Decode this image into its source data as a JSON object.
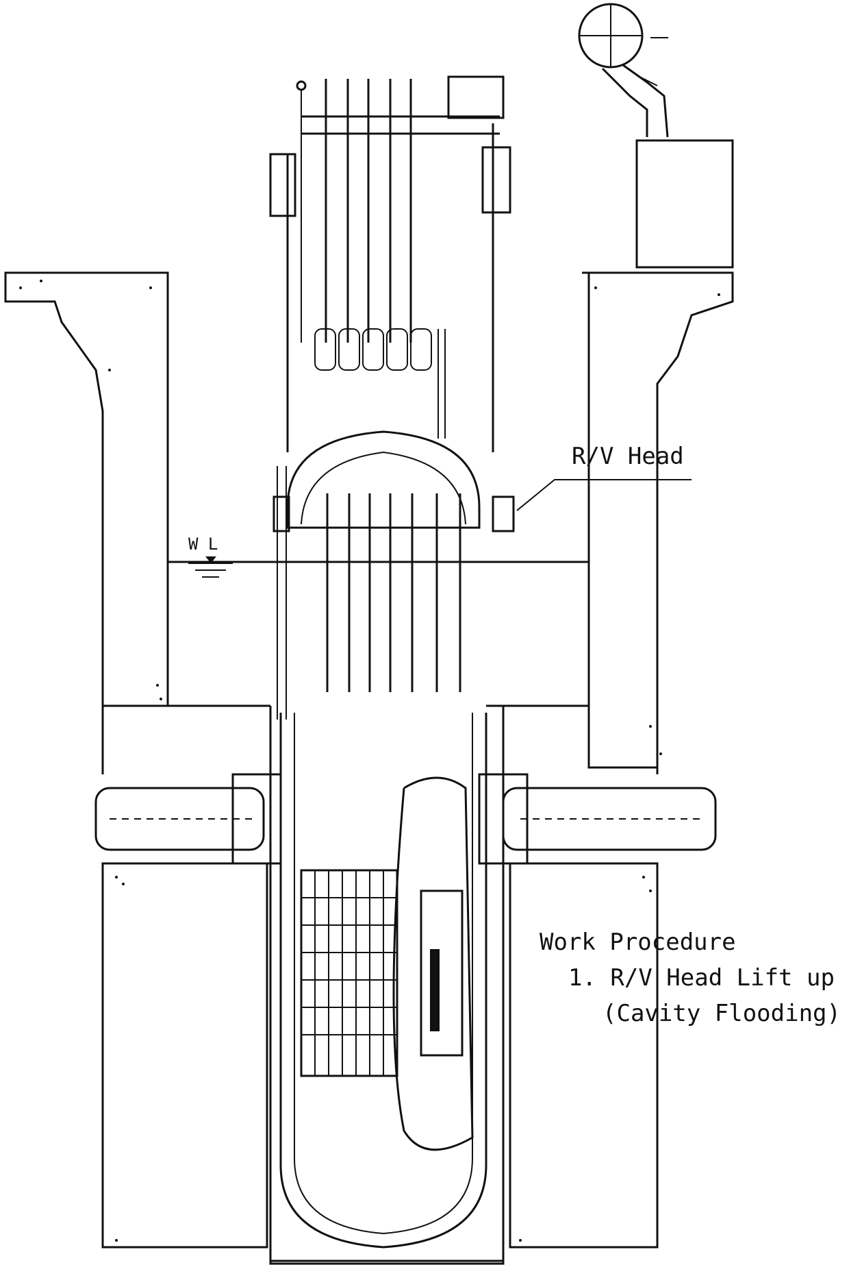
{
  "labels": {
    "rv_head": "R/V Head",
    "water_level": "W L",
    "work_procedure_title": "Work Procedure",
    "step_1": "1. R/V Head Lift up",
    "step_1_note": "(Cavity Flooding)"
  },
  "colors": {
    "line": "#111111",
    "background": "#ffffff"
  }
}
